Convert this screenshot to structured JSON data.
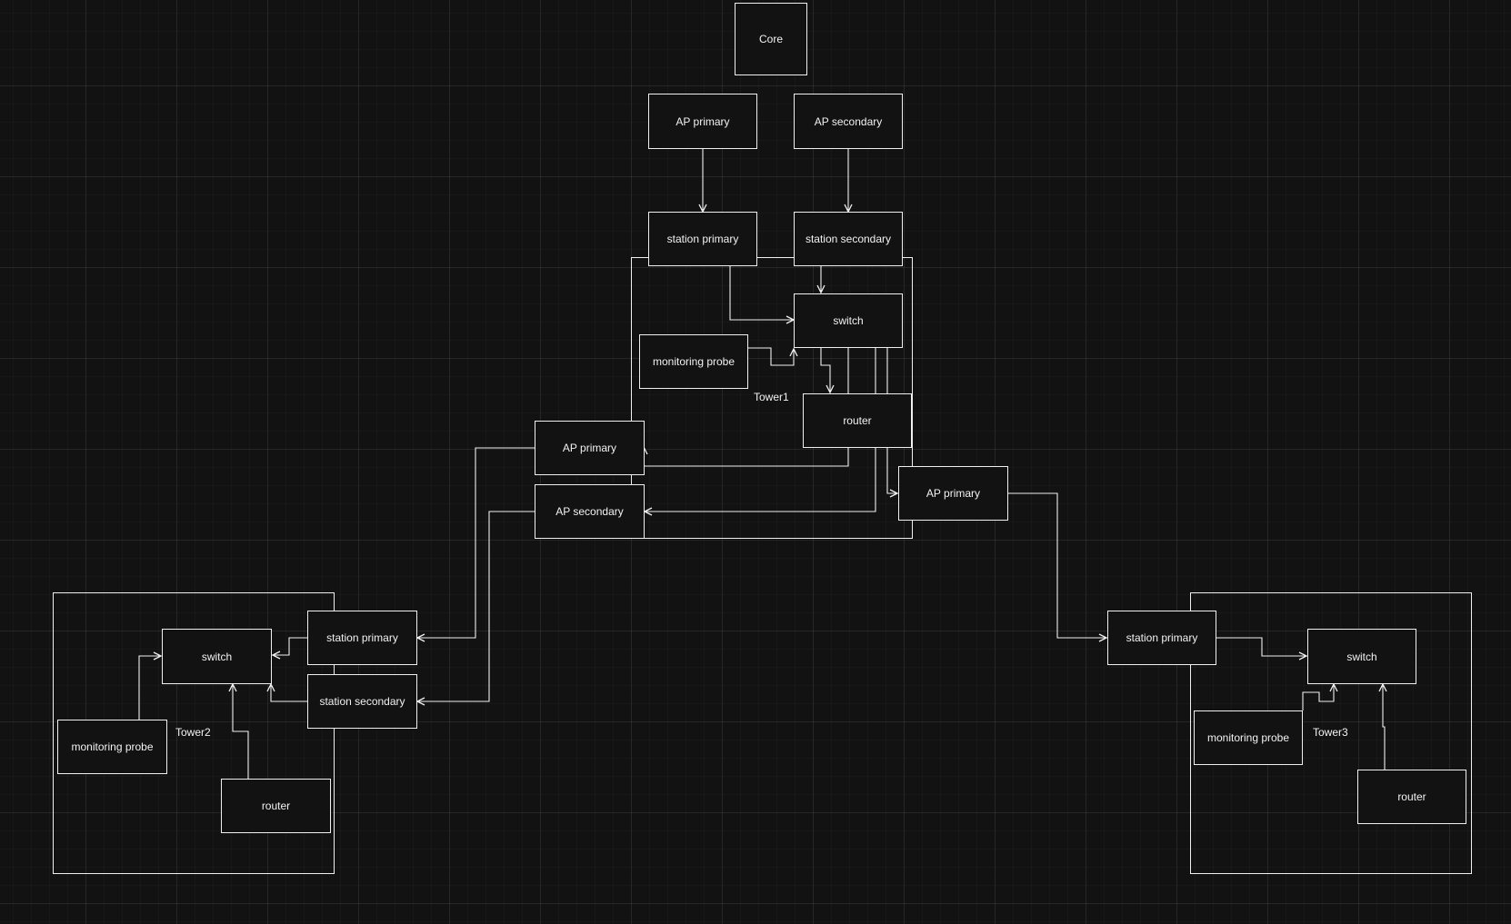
{
  "colors": {
    "background": "#121212",
    "stroke": "#f0f0f0",
    "text": "#f2f2f2"
  },
  "diagram": {
    "core": "Core",
    "top": {
      "ap_primary": "AP primary",
      "ap_secondary": "AP secondary"
    },
    "tower1": {
      "label": "Tower1",
      "station_primary": "station primary",
      "station_secondary": "station secondary",
      "switch": "switch",
      "monitoring_probe": "monitoring probe",
      "router": "router",
      "ap_primary_left": "AP primary",
      "ap_secondary_left": "AP secondary",
      "ap_primary_right": "AP primary"
    },
    "tower2": {
      "label": "Tower2",
      "switch": "switch",
      "station_primary": "station primary",
      "station_secondary": "station secondary",
      "monitoring_probe": "monitoring probe",
      "router": "router"
    },
    "tower3": {
      "label": "Tower3",
      "station_primary": "station primary",
      "switch": "switch",
      "monitoring_probe": "monitoring probe",
      "router": "router"
    }
  }
}
